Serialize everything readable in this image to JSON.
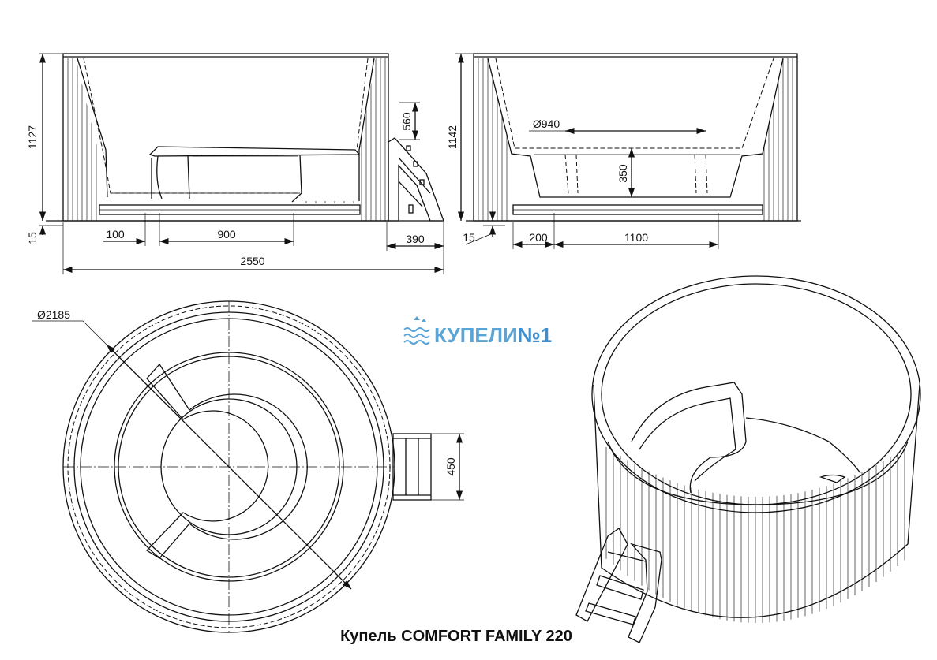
{
  "title": "Купель  COMFORT FAMILY 220",
  "logo": {
    "text_main": "КУПЕЛИ",
    "text_accent": "№1",
    "main_color": "#5aa4d6",
    "accent_color": "#3d8fd0",
    "icon": "water-waves-icon"
  },
  "front_view": {
    "height_total": "1127",
    "base_gap": "15",
    "step_height": "560",
    "offset_left": "100",
    "seat_width": "900",
    "step_depth": "390",
    "overall_width": "2550"
  },
  "side_view": {
    "height_total": "1142",
    "base_gap": "15",
    "bottom_diameter": "Ø940",
    "seat_height": "350",
    "offset_left": "200",
    "bottom_width": "1100"
  },
  "top_view": {
    "outer_diameter": "Ø2185",
    "step_width": "450"
  }
}
